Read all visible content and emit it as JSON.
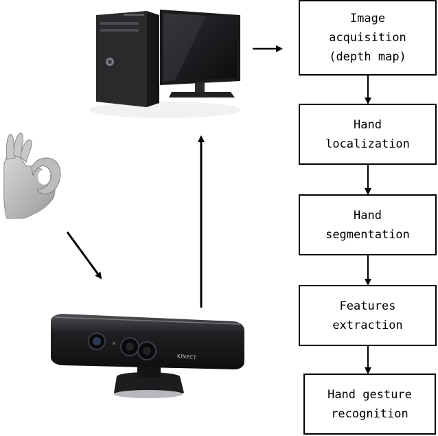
{
  "pipeline": {
    "steps": [
      {
        "label": "Image\nacquisition\n(depth map)"
      },
      {
        "label": "Hand\nlocalization"
      },
      {
        "label": "Hand\nsegmentation"
      },
      {
        "label": "Features\nextraction"
      },
      {
        "label": "Hand gesture\nrecognition"
      }
    ]
  },
  "devices": {
    "computer": {
      "icon": "desktop-computer-icon"
    },
    "hand": {
      "icon": "ok-hand-gesture-icon"
    },
    "sensor": {
      "icon": "kinect-sensor-icon",
      "brand_text": "KINECT"
    }
  },
  "colors": {
    "line": "#000000",
    "box_border": "#000000",
    "device_dark": "#1c1c1e"
  }
}
